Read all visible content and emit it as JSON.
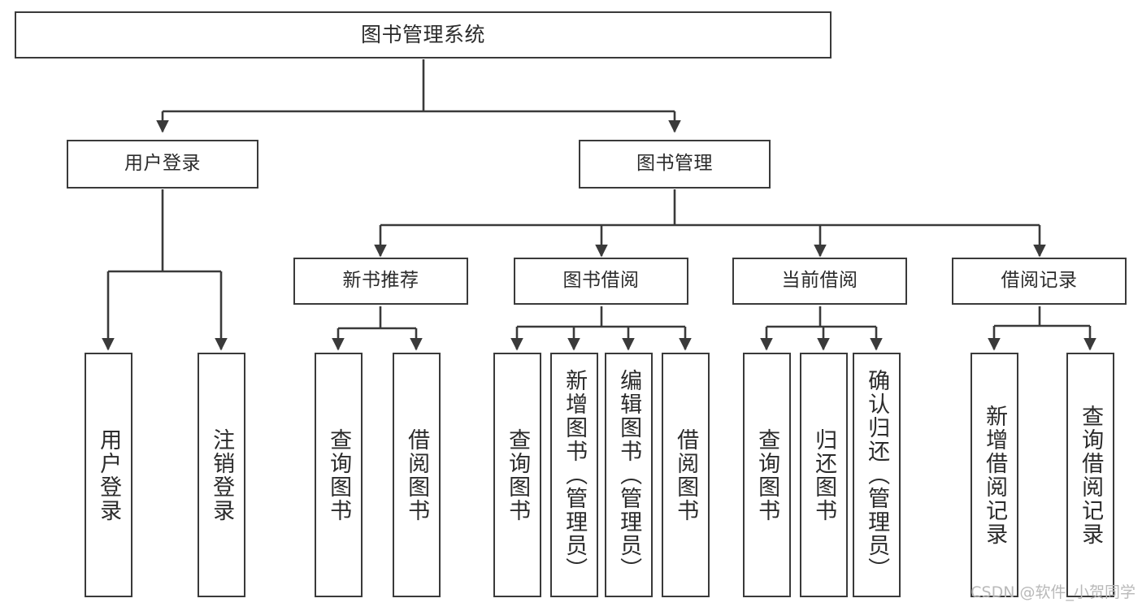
{
  "diagram": {
    "title": "图书管理系统",
    "type": "tree-hierarchy",
    "watermark": "CSDN @软件_小贺同学",
    "colors": {
      "background": "#ffffff",
      "border": "#3a3a3a",
      "text": "#2b2b2b",
      "edge": "#3a3a3a",
      "watermark": "#b9b9b9"
    },
    "nodes": {
      "root": {
        "label": "图书管理系统"
      },
      "level2": [
        {
          "id": "user-login",
          "label": "用户登录"
        },
        {
          "id": "book-manage",
          "label": "图书管理"
        }
      ],
      "level3": [
        {
          "id": "new-book-recommend",
          "label": "新书推荐"
        },
        {
          "id": "book-borrow",
          "label": "图书借阅"
        },
        {
          "id": "current-borrow",
          "label": "当前借阅"
        },
        {
          "id": "borrow-record",
          "label": "借阅记录"
        }
      ],
      "leaves": [
        {
          "id": "leaf-user-login",
          "parent": "user-login",
          "label": "用户登录"
        },
        {
          "id": "leaf-logout",
          "parent": "user-login",
          "label": "注销登录"
        },
        {
          "id": "leaf-query-book-1",
          "parent": "new-book-recommend",
          "label": "查询图书"
        },
        {
          "id": "leaf-borrow-book-1",
          "parent": "new-book-recommend",
          "label": "借阅图书"
        },
        {
          "id": "leaf-query-book-2",
          "parent": "book-borrow",
          "label": "查询图书"
        },
        {
          "id": "leaf-add-book",
          "parent": "book-borrow",
          "label": "新增图书（管理员）"
        },
        {
          "id": "leaf-edit-book",
          "parent": "book-borrow",
          "label": "编辑图书（管理员）"
        },
        {
          "id": "leaf-borrow-book-2",
          "parent": "book-borrow",
          "label": "借阅图书"
        },
        {
          "id": "leaf-query-book-3",
          "parent": "current-borrow",
          "label": "查询图书"
        },
        {
          "id": "leaf-return-book",
          "parent": "current-borrow",
          "label": "归还图书"
        },
        {
          "id": "leaf-confirm-return",
          "parent": "current-borrow",
          "label": "确认归还（管理员）"
        },
        {
          "id": "leaf-add-record",
          "parent": "borrow-record",
          "label": "新增借阅记录"
        },
        {
          "id": "leaf-query-record",
          "parent": "borrow-record",
          "label": "查询借阅记录"
        }
      ]
    }
  }
}
